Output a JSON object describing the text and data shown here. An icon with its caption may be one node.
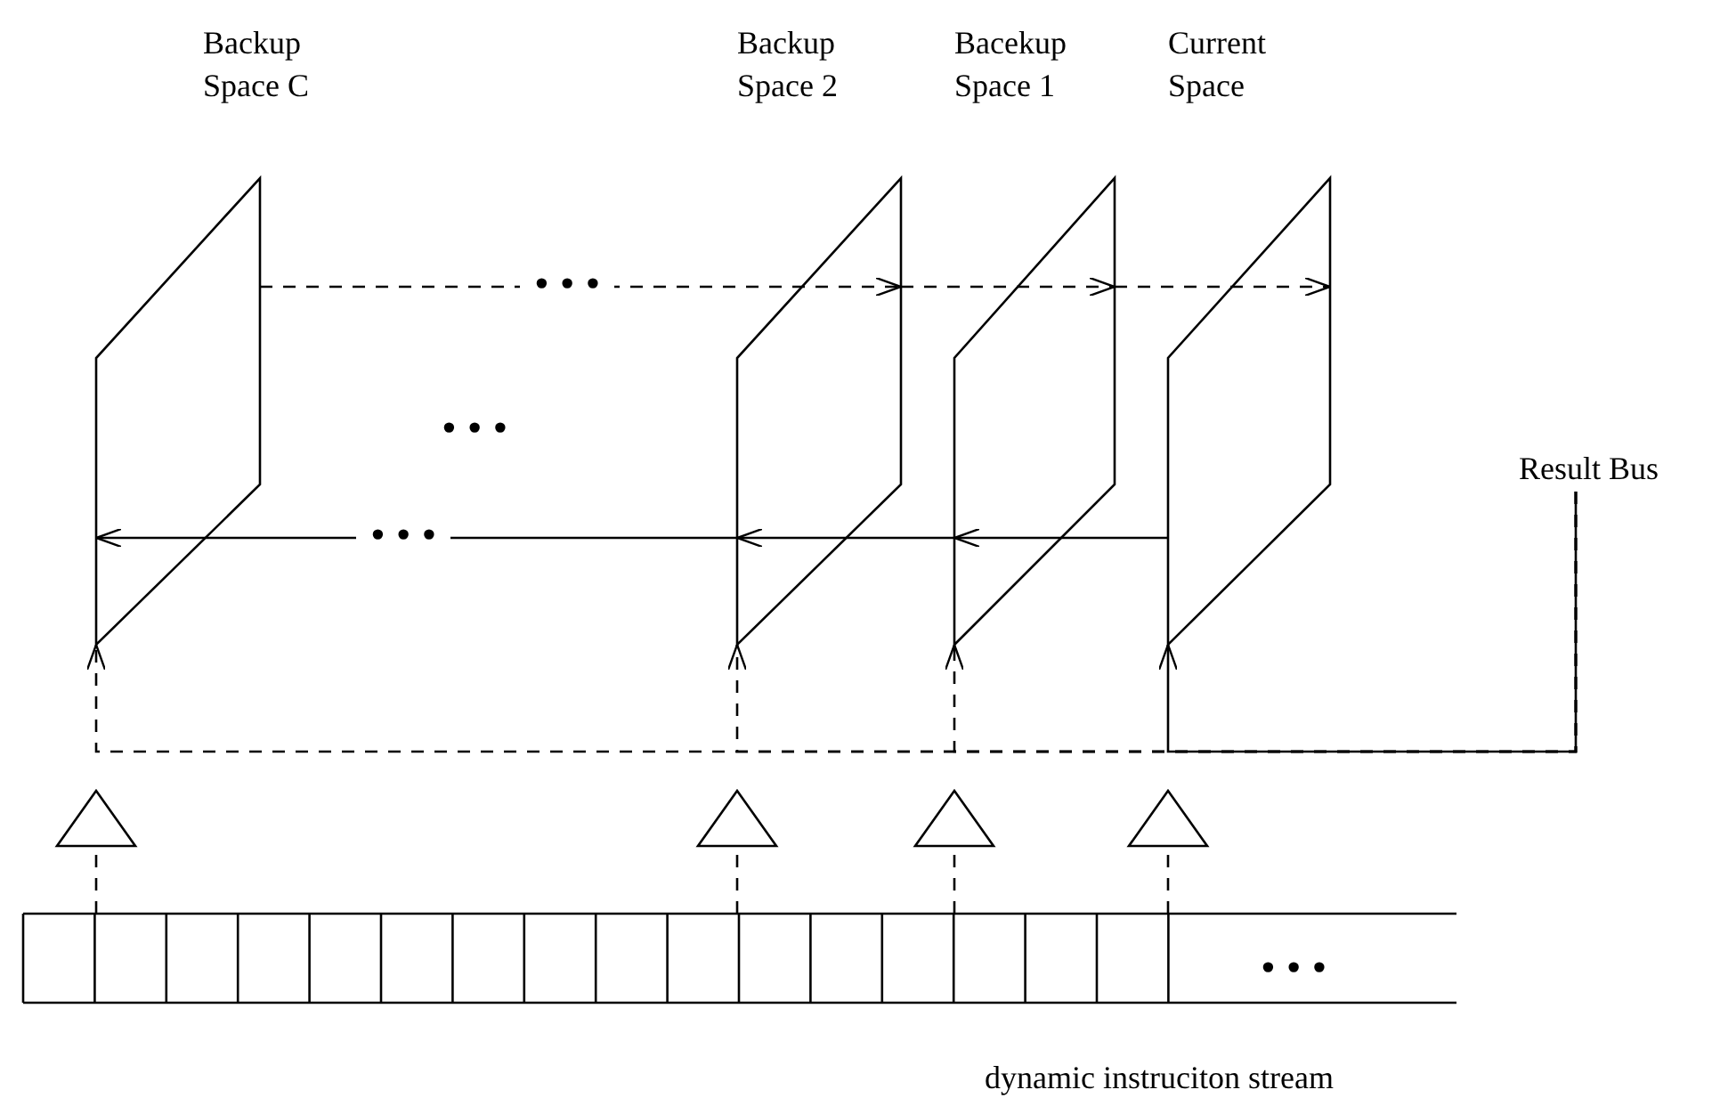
{
  "diagram": {
    "nodes": [
      {
        "text": [
          "Backup Space C"
        ]
      },
      {
        "text": [
          "Backup Space 2"
        ]
      },
      {
        "text": [
          "Bacekup Space 1"
        ]
      },
      {
        "text": [
          "Current Space"
        ]
      },
      {
        "text": [],
        "shape": "triangle"
      },
      {
        "text": [],
        "shape": "triangle"
      },
      {
        "text": [],
        "shape": "triangle"
      },
      {
        "text": [],
        "shape": "triangle"
      },
      {
        "text": [],
        "shape": "bar",
        "beside": [
          "dynamic instruciton stream"
        ]
      },
      {
        "text": [
          "Result Bus"
        ]
      }
    ],
    "edges": [
      {
        "from": 0,
        "to": 1,
        "arrow": "to",
        "style": "dashed"
      },
      {
        "from": 1,
        "to": 2,
        "arrow": "to",
        "style": "dashed"
      },
      {
        "from": 2,
        "to": 3,
        "arrow": "to",
        "style": "dashed"
      },
      {
        "from": 3,
        "to": 2,
        "arrow": "to"
      },
      {
        "from": 2,
        "to": 1,
        "arrow": "to"
      },
      {
        "from": 1,
        "to": 0,
        "arrow": "to"
      },
      {
        "from": 9,
        "to": 3,
        "arrow": "to"
      },
      {
        "from": 9,
        "to": 2,
        "arrow": "to",
        "style": "dashed"
      },
      {
        "from": 9,
        "to": 1,
        "arrow": "to",
        "style": "dashed"
      },
      {
        "from": 9,
        "to": 0,
        "arrow": "to",
        "style": "dashed"
      },
      {
        "from": 8,
        "to": 4,
        "arrow": "none",
        "style": "dashed"
      },
      {
        "from": 8,
        "to": 5,
        "arrow": "none",
        "style": "dashed"
      },
      {
        "from": 8,
        "to": 6,
        "arrow": "none",
        "style": "dashed"
      },
      {
        "from": 8,
        "to": 7,
        "arrow": "none",
        "style": "dashed"
      }
    ],
    "labels": [
      "• • •",
      "• • •",
      "• • •",
      "• • •"
    ]
  }
}
